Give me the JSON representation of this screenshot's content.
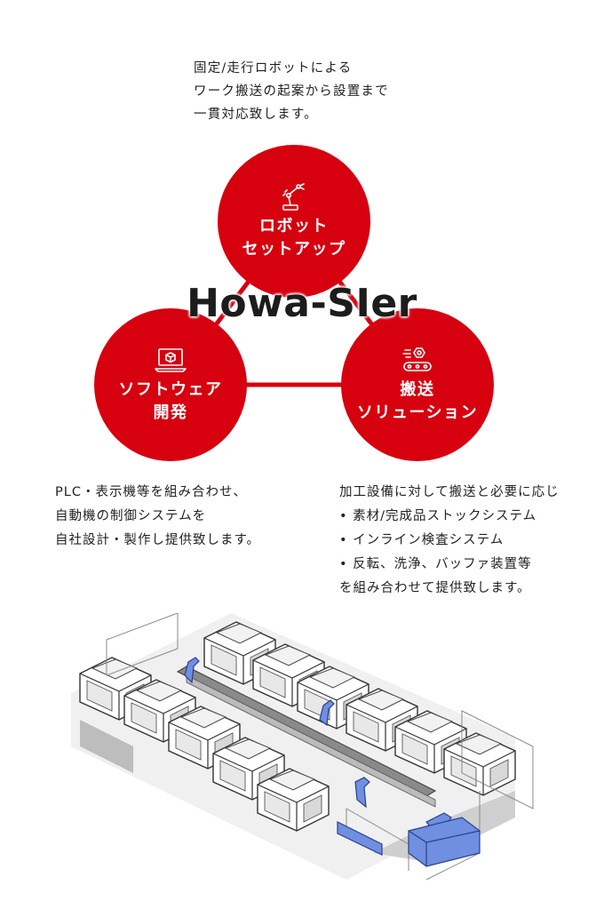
{
  "intro": {
    "lines": [
      "固定/走行ロボットによる",
      "ワーク搬送の起案から設置まで",
      "一貫対応致します。"
    ]
  },
  "brand": "Howa-SIer",
  "nodes": {
    "robot": {
      "line1": "ロボット",
      "line2": "セットアップ",
      "icon": "robot-arm-icon"
    },
    "software": {
      "line1": "ソフトウェア",
      "line2": "開発",
      "icon": "laptop-cube-icon"
    },
    "transport": {
      "line1": "搬送",
      "line2": "ソリューション",
      "icon": "conveyor-icon"
    }
  },
  "software_desc": [
    "PLC・表示機等を組み合わせ、",
    "自動機の制御システムを",
    "自社設計・製作し提供致します。"
  ],
  "transport_desc": [
    "加工設備に対して搬送と必要に応じ",
    "• 素材/完成品ストックシステム",
    "• インライン検査システム",
    "• 反転、洗浄、バッファ装置等",
    "を組み合わせて提供致します。"
  ],
  "colors": {
    "accent": "#d7000f",
    "robot_blue": "#6f8fe0"
  }
}
